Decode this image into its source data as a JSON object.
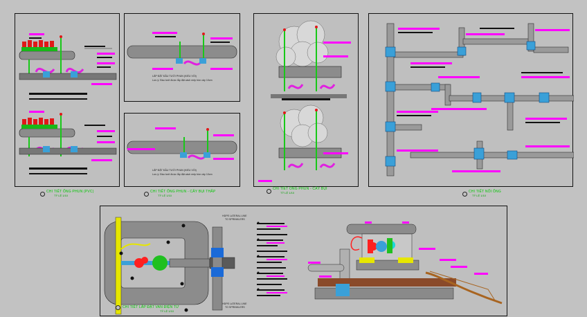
{
  "drawing": {
    "captions": [
      {
        "id": "c1",
        "text": "CHI TIẾT ỐNG PHUN (PVC)",
        "sub": "TỶ LỆ 1/10"
      },
      {
        "id": "c2",
        "text": "CHI TIẾT ỐNG PHUN - CÂY BỤI THẤP",
        "sub": "TỶ LỆ 1/10"
      },
      {
        "id": "c3",
        "text": "CHI TIẾT ỐNG PHUN - CÂY BỤI",
        "sub": "TỶ LỆ 1/10"
      },
      {
        "id": "c4",
        "text": "CHI TIẾT NỐI ỐNG",
        "sub": "TỶ LỆ 1/10"
      },
      {
        "id": "c5",
        "text": "CHI TIẾT LẮP ĐẶT VAN ĐIỆN TỪ",
        "sub": "TỶ LỆ 1/10"
      }
    ],
    "notes": {
      "install_title": "LẮP ĐẶT ĐẦU TƯỚI PHUN (KIỂU VÒI)",
      "install_body": "Lưu ý: Đầu tưới được lắp đặt cách mép bồn cây 10cm",
      "lateral_top": "HDPE LATERAL LINE",
      "lateral_top_2": "TO SPRINKLERS",
      "lateral_bottom": "HDPE LATERAL LINE",
      "lateral_bottom_2": "TO SPRINKLERS"
    },
    "colors": {
      "background": "#c2c2c2",
      "label": "#ff00ff",
      "pipe": "#5a5a5a",
      "fitting": "#3aa0d8",
      "valve": "#ff2020",
      "caption": "#00c800",
      "lateral": "#1a6ad8"
    }
  }
}
